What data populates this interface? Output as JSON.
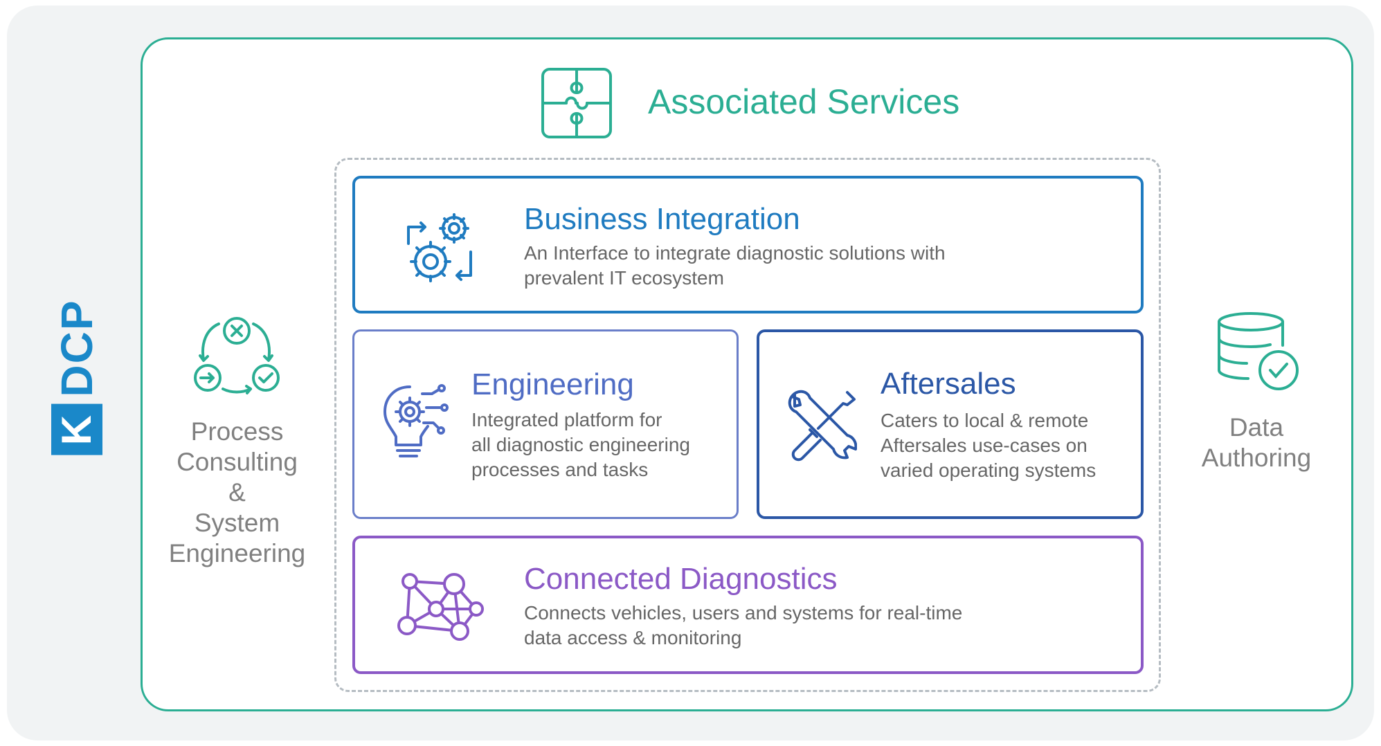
{
  "logo": {
    "box_letter": "K",
    "text": "DCP",
    "color": "#1a88c9"
  },
  "header": {
    "title": "Associated Services",
    "icon": "puzzle-icon",
    "color": "#2bae93"
  },
  "left_panel": {
    "icon": "process-cycle-icon",
    "lines": [
      "Process",
      "Consulting",
      "&",
      "System",
      "Engineering"
    ]
  },
  "right_panel": {
    "icon": "database-check-icon",
    "lines": [
      "Data",
      "Authoring"
    ]
  },
  "services": {
    "business_integration": {
      "title": "Business Integration",
      "desc_lines": [
        "An Interface to integrate diagnostic solutions with",
        "prevalent IT ecosystem"
      ],
      "icon": "gears-sync-icon",
      "color": "#1f7bc0"
    },
    "engineering": {
      "title": "Engineering",
      "desc_lines": [
        "Integrated platform for",
        "all diagnostic engineering",
        "processes and tasks"
      ],
      "icon": "lightbulb-gear-icon",
      "color": "#4f6cc4"
    },
    "aftersales": {
      "title": "Aftersales",
      "desc_lines": [
        "Caters to local & remote",
        "Aftersales use-cases on",
        "varied operating systems"
      ],
      "icon": "tools-icon",
      "color": "#2b57a6"
    },
    "connected_diagnostics": {
      "title": "Connected Diagnostics",
      "desc_lines": [
        "Connects vehicles, users and systems for real-time",
        "data access & monitoring"
      ],
      "icon": "network-icon",
      "color": "#8b59c6"
    }
  }
}
